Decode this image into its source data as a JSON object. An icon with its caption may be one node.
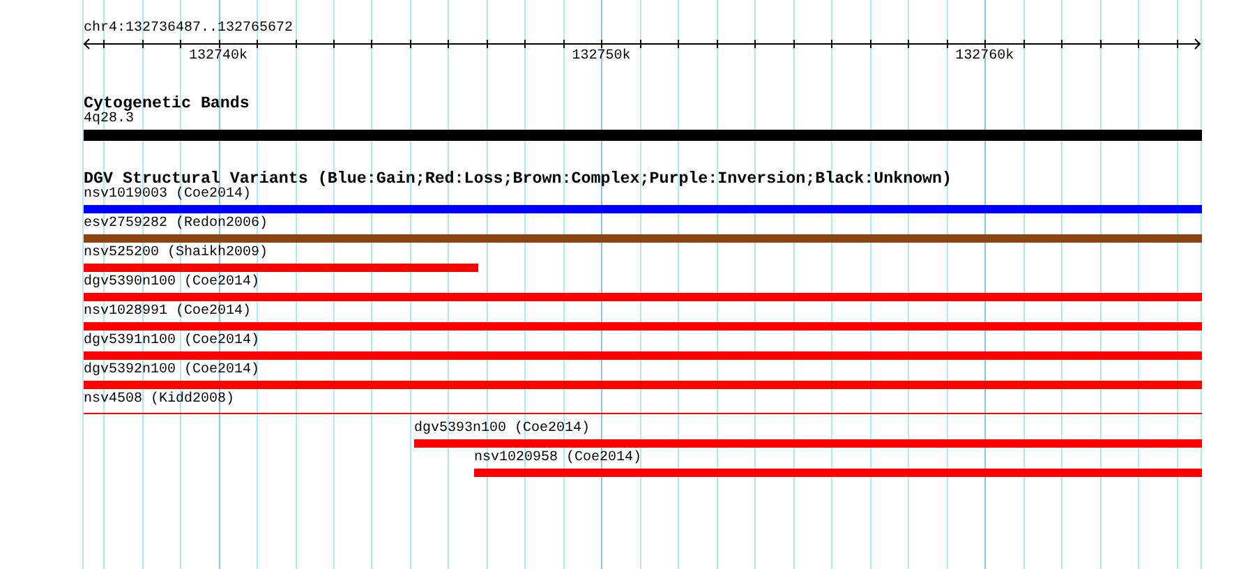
{
  "diagram": {
    "nodes": [
      {
        "text": [
          "4q28.3"
        ]
      },
      {
        "text": [
          "nsv1019003 (Coe2014)"
        ]
      },
      {
        "text": [
          "esv2759282 (Redon2006)"
        ]
      },
      {
        "text": [
          "nsv525200 (Shaikh2009)"
        ]
      },
      {
        "text": [
          "dgv5390n100 (Coe2014)"
        ]
      },
      {
        "text": [
          "nsv1028991 (Coe2014)"
        ]
      },
      {
        "text": [
          "dgv5391n100 (Coe2014)"
        ]
      },
      {
        "text": [
          "dgv5392n100 (Coe2014)"
        ]
      },
      {
        "text": [
          "nsv4508 (Kidd2008)"
        ]
      },
      {
        "text": [
          "dgv5393n100 (Coe2014)"
        ]
      },
      {
        "text": [
          "nsv1020958 (Coe2014)"
        ]
      }
    ],
    "labels": [
      "chr4:132736487..132765672",
      "132740k",
      "132750k",
      "132760k",
      "Cytogenetic Bands",
      "DGV Structural Variants (Blue:Gain;Red:Loss;Brown:Complex;Purple:Inversion;Black:Unknown)"
    ]
  }
}
